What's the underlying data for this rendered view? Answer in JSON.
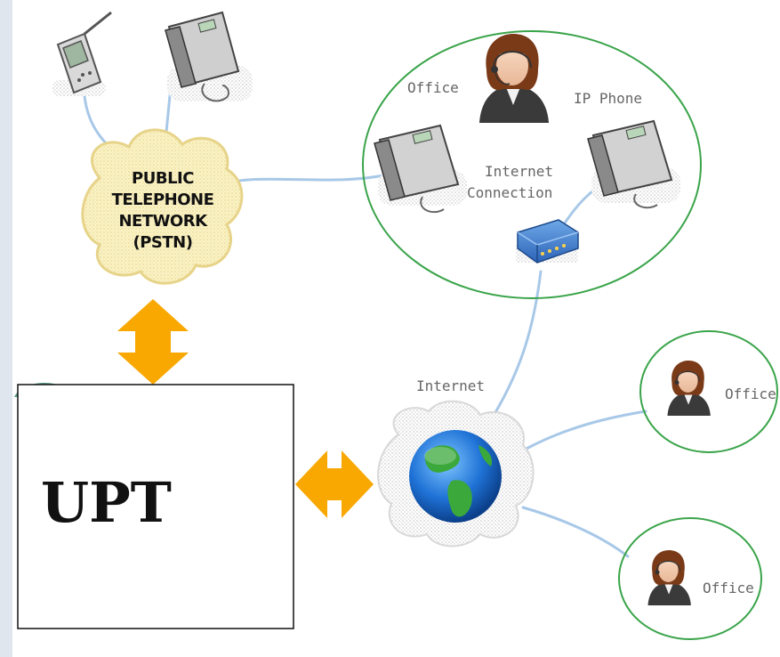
{
  "diagram": {
    "pstn_cloud": {
      "lines": [
        "PUBLIC",
        "TELEPHONE",
        "NETWORK",
        "(PSTN)"
      ]
    },
    "office_network": {
      "office_label": "Office",
      "ip_phone_label": "IP Phone",
      "connection_label_line1": "Internet",
      "connection_label_line2": "Connection"
    },
    "internet": {
      "label": "Internet"
    },
    "remote_offices": [
      {
        "label": "Office"
      },
      {
        "label": "Office"
      }
    ],
    "upt_box": {
      "label": "UPT"
    },
    "colors": {
      "arrow": "#f8a800",
      "circle": "#3aa44a",
      "link": "#a8c8e8",
      "left_panel": "#dfe6ee",
      "cloud_fill": "#fbf3c8"
    }
  }
}
